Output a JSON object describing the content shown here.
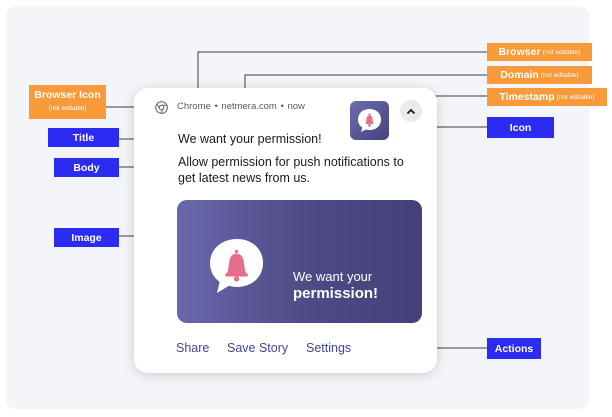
{
  "notification": {
    "browser": "Chrome",
    "domain": "netmera.com",
    "timestamp": "now",
    "separator": "•",
    "title": "We want your permission!",
    "body": "Allow permission for push notifications to get latest news from us.",
    "image_text_line1": "We want your",
    "image_text_line2": "permission!",
    "actions": [
      "Share",
      "Save Story",
      "Settings"
    ]
  },
  "callouts": {
    "browser_icon": "Browser Icon",
    "browser_icon_note": "(not editable)",
    "title": "Title",
    "body": "Body",
    "image": "Image",
    "browser": "Browser",
    "browser_note": "(not editable)",
    "domain": "Domain",
    "domain_note": "(not editable)",
    "timestamp": "Timestamp",
    "timestamp_note": "(not editable)",
    "icon": "Icon",
    "actions": "Actions"
  },
  "icons": {
    "browser_icon": "chrome-icon",
    "app_icon": "bell-chat-icon",
    "expand": "chevron-up-icon"
  },
  "colors": {
    "callout_blue": "#2b2bf2",
    "callout_orange": "#f8993a",
    "image_bg": "#4d4a85",
    "bell": "#e86f8c",
    "action_text": "#3f4795"
  }
}
